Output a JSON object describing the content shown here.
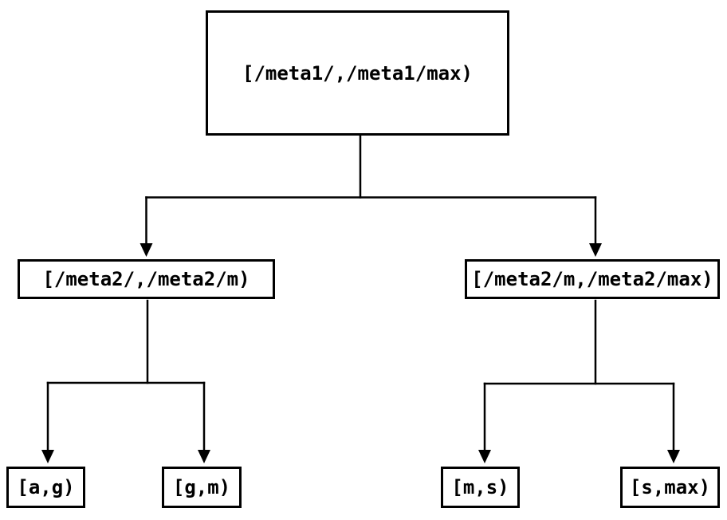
{
  "diagram": {
    "type": "tree",
    "colors": {
      "background": "#ffffff",
      "line": "#000000",
      "box_border": "#000000",
      "text": "#000000"
    },
    "nodes": {
      "root": {
        "label": "[/meta1/,/meta1/max)",
        "children": [
          "meta2_low",
          "meta2_high"
        ]
      },
      "meta2_low": {
        "label": "[/meta2/,/meta2/m)",
        "children": [
          "a_g",
          "g_m"
        ]
      },
      "meta2_high": {
        "label": "[/meta2/m,/meta2/max)",
        "children": [
          "m_s",
          "s_max"
        ]
      },
      "a_g": {
        "label": "[a,g)",
        "children": []
      },
      "g_m": {
        "label": "[g,m)",
        "children": []
      },
      "m_s": {
        "label": "[m,s)",
        "children": []
      },
      "s_max": {
        "label": "[s,max)",
        "children": []
      }
    }
  }
}
